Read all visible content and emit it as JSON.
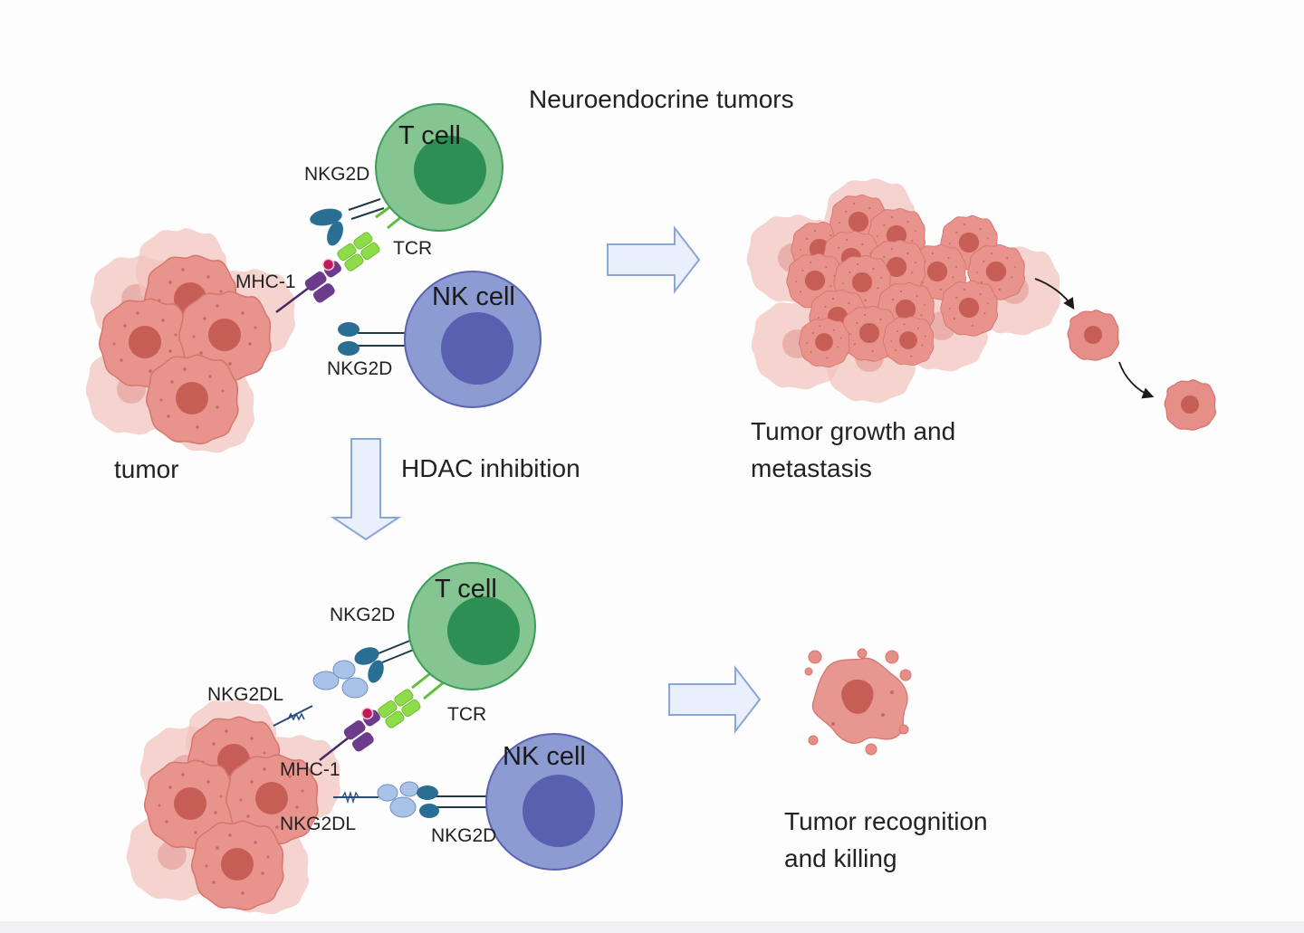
{
  "title": "Neuroendocrine tumors",
  "top": {
    "t_cell": "T cell",
    "nk_cell": "NK cell",
    "nkg2d_t": "NKG2D",
    "nkg2d_nk": "NKG2D",
    "tcr": "TCR",
    "mhc": "MHC-1",
    "tumor": "tumor",
    "outcome": [
      "Tumor growth and",
      "metastasis"
    ]
  },
  "arrow_label": "HDAC inhibition",
  "bottom": {
    "t_cell": "T cell",
    "nk_cell": "NK cell",
    "nkg2d_t": "NKG2D",
    "nkg2d_nk": "NKG2D",
    "nkg2dl_1": "NKG2DL",
    "nkg2dl_2": "NKG2DL",
    "tcr": "TCR",
    "mhc": "MHC-1",
    "outcome": [
      "Tumor recognition",
      "and killing"
    ]
  },
  "colors": {
    "t_cell_outer": "#85c591",
    "t_cell_nucleus": "#2e8f55",
    "nk_cell_outer": "#8d9bd3",
    "nk_cell_nucleus": "#5a60b0",
    "tumor_cell": "#e58f88",
    "tumor_nucleus": "#c85d55",
    "receptor_blue": "#2a6e93",
    "tcr_green": "#8fdc4a",
    "mhc_purple": "#6d3b8c",
    "ligand_lightblue": "#a9c3e8",
    "arrow_fill": "#e9f0fb",
    "arrow_stroke": "#8aa6d6"
  }
}
